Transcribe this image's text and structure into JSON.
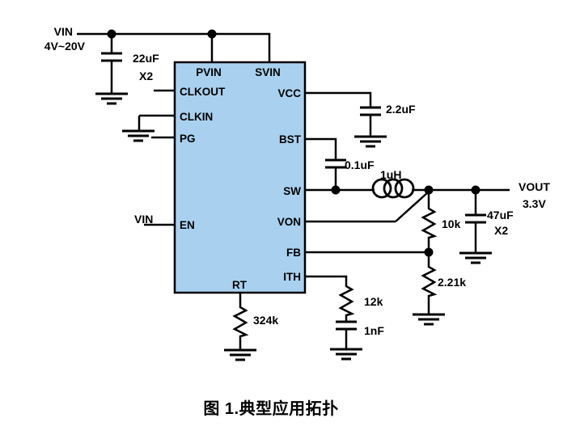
{
  "diagram": {
    "input": {
      "net": "VIN",
      "range": "4V~20V"
    },
    "output": {
      "net": "VOUT",
      "value": "3.3V"
    },
    "ic": {
      "fill": "#A9D1EF",
      "pins": {
        "pvin": "PVIN",
        "svin": "SVIN",
        "clkout": "CLKOUT",
        "clkin": "CLKIN",
        "pg": "PG",
        "en": "EN",
        "vcc": "VCC",
        "bst": "BST",
        "sw": "SW",
        "von": "VON",
        "fb": "FB",
        "ith": "ITH",
        "rt": "RT"
      }
    },
    "components": {
      "input_cap_value": "22uF",
      "input_cap_qty": "X2",
      "vcc_cap": "2.2uF",
      "bst_cap": "0.1uF",
      "inductor": "1uH",
      "output_cap_value": "47uF",
      "output_cap_qty": "X2",
      "fb_upper_resistor": "10k",
      "fb_lower_resistor": "2.21k",
      "ith_resistor": "12k",
      "ith_cap": "1nF",
      "rt_resistor": "324k",
      "en_source": "VIN"
    },
    "caption": "图 1.典型应用拓扑"
  }
}
